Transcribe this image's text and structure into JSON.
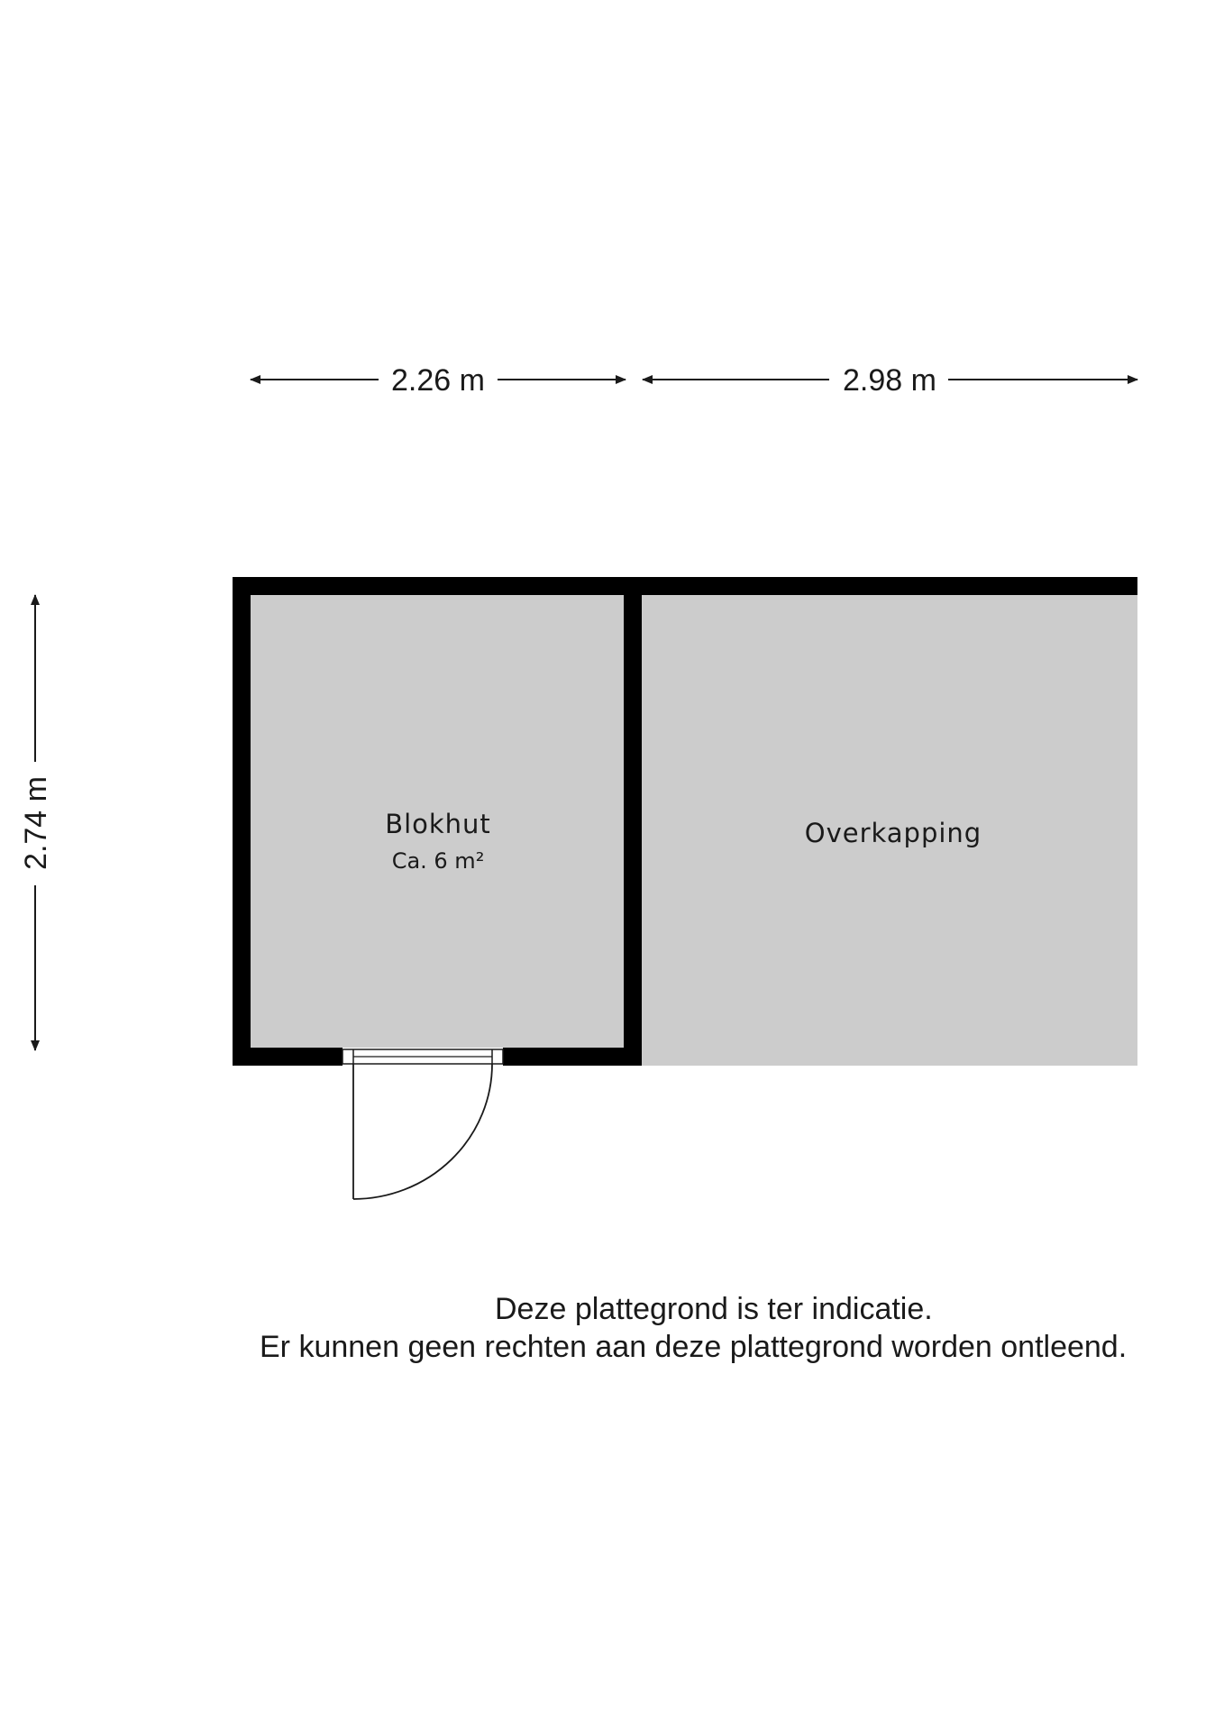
{
  "dimensions": {
    "width_blokhut": "2.26 m",
    "width_overkapping": "2.98 m",
    "depth": "2.74 m"
  },
  "rooms": {
    "blokhut": {
      "name": "Blokhut",
      "area": "Ca. 6 m²"
    },
    "overkapping": {
      "name": "Overkapping"
    }
  },
  "disclaimer": {
    "line1": "Deze plattegrond is ter indicatie.",
    "line2": "Er kunnen geen rechten aan deze plattegrond worden ontleend."
  },
  "colors": {
    "wall": "#000000",
    "floor": "#cccccc",
    "line": "#1a1a1a"
  }
}
